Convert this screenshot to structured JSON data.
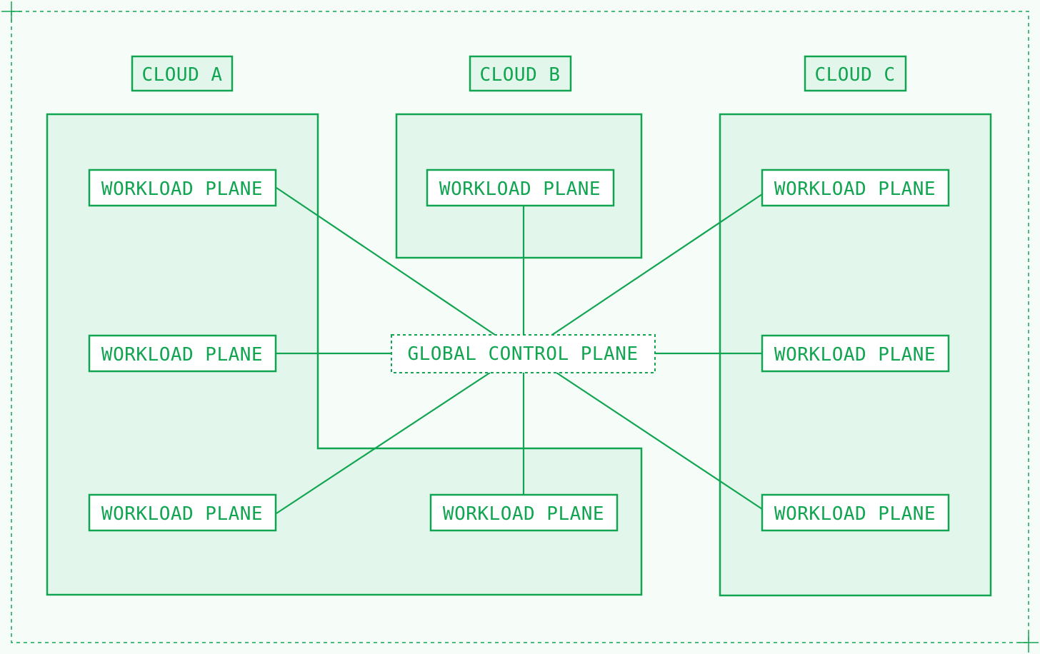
{
  "colors": {
    "stroke": "#11a551",
    "region_fill": "#e3f6ec",
    "background": "#f6fdf8",
    "box_fill": "#ffffff"
  },
  "clouds": [
    {
      "id": "a",
      "label": "CLOUD A"
    },
    {
      "id": "b",
      "label": "CLOUD B"
    },
    {
      "id": "c",
      "label": "CLOUD C"
    }
  ],
  "control_plane": {
    "label": "GLOBAL CONTROL PLANE"
  },
  "workload_planes": [
    {
      "id": "a1",
      "label": "WORKLOAD PLANE"
    },
    {
      "id": "a2",
      "label": "WORKLOAD PLANE"
    },
    {
      "id": "a3",
      "label": "WORKLOAD PLANE"
    },
    {
      "id": "a4",
      "label": "WORKLOAD PLANE"
    },
    {
      "id": "b1",
      "label": "WORKLOAD PLANE"
    },
    {
      "id": "c1",
      "label": "WORKLOAD PLANE"
    },
    {
      "id": "c2",
      "label": "WORKLOAD PLANE"
    },
    {
      "id": "c3",
      "label": "WORKLOAD PLANE"
    }
  ]
}
